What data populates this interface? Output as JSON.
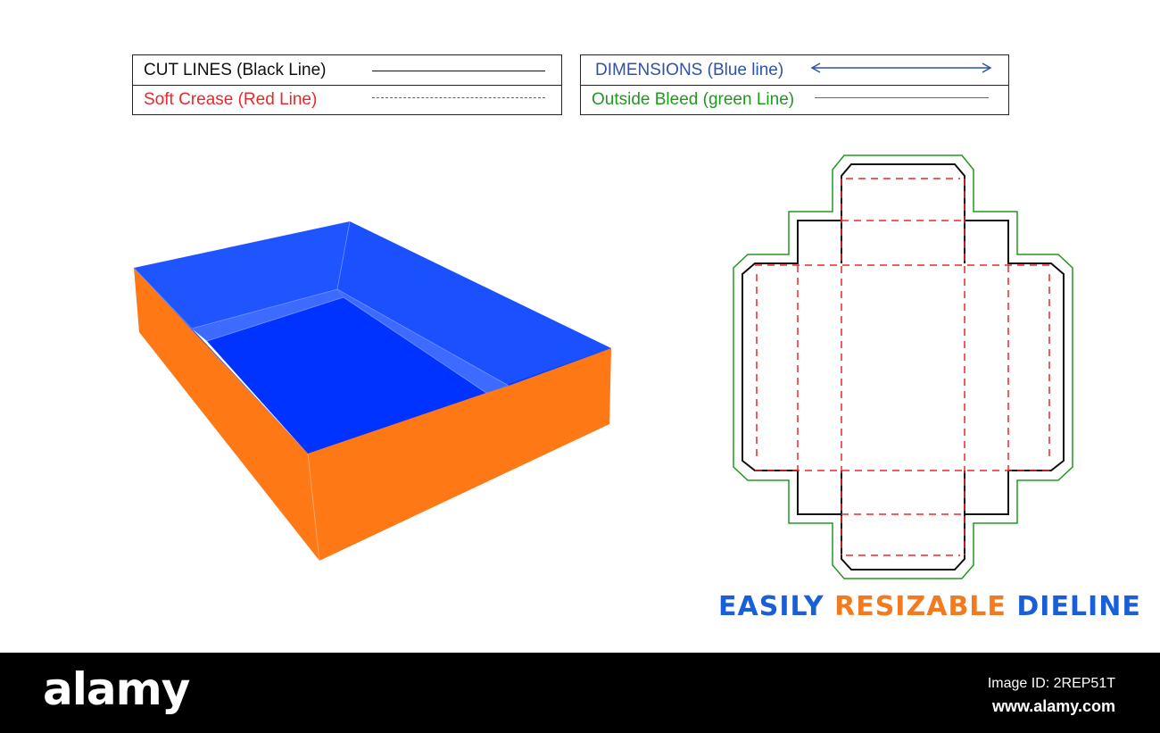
{
  "legend": {
    "cut_lines": "CUT LINES (Black Line)",
    "soft_crease": "Soft Crease (Red Line)",
    "dimensions": "DIMENSIONS (Blue line)",
    "outside_bleed": "Outside Bleed (green Line)"
  },
  "colors": {
    "cut": "#111111",
    "crease": "#e8282a",
    "dimension": "#2f52a8",
    "bleed": "#1e9a1e",
    "box_inner": "#0033ff",
    "box_inner_light": "#1f55ff",
    "box_outer": "#ff7816",
    "headline_blue": "#1b5fd8",
    "headline_orange": "#f47a20"
  },
  "headline": {
    "word1": "EASILY",
    "word2": "RESIZABLE",
    "word3": "DIELINE"
  },
  "footer": {
    "brand": "alamy",
    "image_id": "Image ID: 2REP51T",
    "site": "www.alamy.com"
  },
  "icons": {
    "box_render": "open-tray-box-3d",
    "dieline": "tray-dieline"
  }
}
